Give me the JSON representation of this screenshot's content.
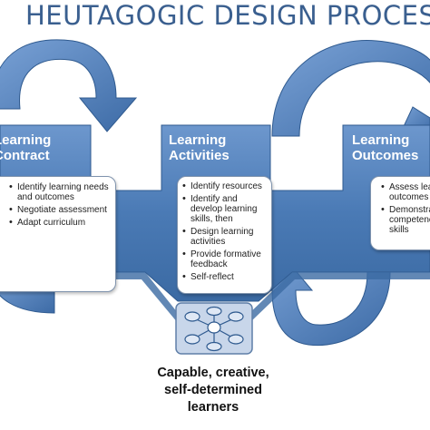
{
  "title": "HEUTAGOGIC DESIGN PROCESS",
  "stages": [
    {
      "header": [
        "Learning",
        "Contract"
      ],
      "items": [
        "Identify learning needs and outcomes",
        "Negotiate assessment",
        "Adapt curriculum"
      ]
    },
    {
      "header": [
        "Learning",
        "Activities"
      ],
      "items": [
        "Identify resources",
        "Identify and develop learning skills, then",
        "Design learning activities",
        "Provide formative feedback",
        "Self-reflect"
      ]
    },
    {
      "header": [
        "Learning",
        "Outcomes"
      ],
      "items": [
        "Assess learning outcomes",
        "Demonstrate competency and skills"
      ]
    }
  ],
  "caption": [
    "Capable, creative,",
    "self-determined",
    "learners"
  ],
  "colors": {
    "band": "#4a7ab5",
    "band_light": "#6f9ad0",
    "title": "#3a5f8f",
    "box_border": "#7f93ad"
  },
  "icons": [
    "cycle-arrow-icon",
    "learner-network-icon"
  ]
}
